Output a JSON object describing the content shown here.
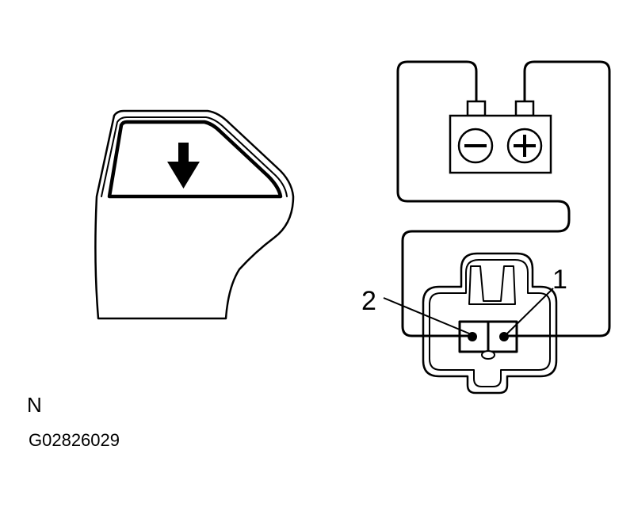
{
  "terminals": {
    "pin1": "1",
    "pin2": "2"
  },
  "battery": {
    "negative_symbol": "minus-icon",
    "positive_symbol": "plus-icon"
  },
  "door": {
    "direction": "down",
    "arrow_icon": "down-arrow-icon"
  },
  "footer": {
    "note": "N",
    "figure_code": "G02826029"
  },
  "colors": {
    "ink": "#000000",
    "background": "#ffffff"
  }
}
